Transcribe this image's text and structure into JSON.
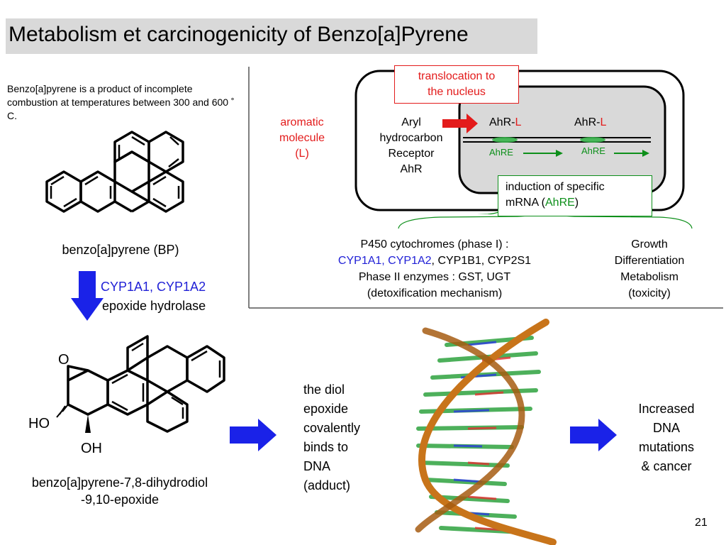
{
  "title": "Metabolism et carcinogenicity of Benzo[a]Pyrene",
  "intro_text": "Benzo[a]pyrene is a product of incomplete combustion at temperatures between 300 and 600 ˚ C.",
  "bp_label": "benzo[a]pyrene (BP)",
  "enzymes": {
    "cyp": "CYP1A1, CYP1A2",
    "hydrolase": "epoxide hydrolase"
  },
  "molecule2": {
    "epoxide_o": "O",
    "ho": "HO",
    "oh": "OH"
  },
  "diol_label": {
    "line1": "benzo[a]pyrene-7,8-dihydrodiol",
    "line2": "-9,10-epoxide"
  },
  "aromatic": {
    "line1": "aromatic",
    "line2": "molecule",
    "line3": "(L)"
  },
  "ahr": {
    "line1": "Aryl",
    "line2": "hydrocarbon",
    "line3": "Receptor",
    "line4": "AhR"
  },
  "translocation": {
    "line1": "translocation to",
    "line2": "the nucleus"
  },
  "ahr_l": {
    "prefix": "AhR-",
    "suffix": "L"
  },
  "ahre_label": "AhRE",
  "induction": {
    "line1": "induction of specific",
    "line2_prefix": "mRNA (",
    "line2_highlight": "AhRE",
    "line2_suffix": ")"
  },
  "p450": {
    "line1": "P450 cytochromes (phase I) :",
    "line2_blue": "CYP1A1, CYP1A2",
    "line2_rest": ", CYP1B1, CYP2S1",
    "line3": "Phase II enzymes : GST, UGT",
    "line4": "(detoxification mechanism)"
  },
  "outcomes": {
    "line1": "Growth",
    "line2": "Differentiation",
    "line3": "Metabolism",
    "line4": "(toxicity)"
  },
  "diol_desc": {
    "line1": "the diol",
    "line2": "epoxide",
    "line3": "covalently",
    "line4": "binds to",
    "line5": "DNA",
    "line6": "(adduct)"
  },
  "increased": {
    "line1": "Increased",
    "line2": "DNA",
    "line3": "mutations",
    "line4": "& cancer"
  },
  "page_number": "21",
  "colors": {
    "red": "#e31b1b",
    "blue": "#1f1fd6",
    "green": "#0d8f1a",
    "arrow_blue": "#1a22e8",
    "nucleus_gray": "#d9d9d9",
    "dna_orange": "#c8741a"
  }
}
